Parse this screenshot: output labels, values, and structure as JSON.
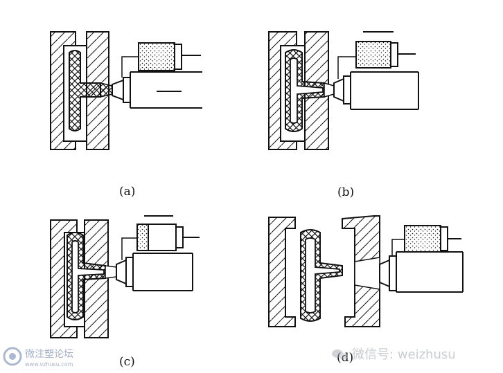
{
  "panels": [
    {
      "id": "a",
      "caption": "(a)"
    },
    {
      "id": "b",
      "caption": "(b)"
    },
    {
      "id": "c",
      "caption": "(c)"
    },
    {
      "id": "d",
      "caption": "(d)"
    }
  ],
  "watermark_left": {
    "name": "微注塑论坛",
    "url": "www.vzhusu.com"
  },
  "watermark_right": {
    "text": "微信号: weizhusu"
  }
}
